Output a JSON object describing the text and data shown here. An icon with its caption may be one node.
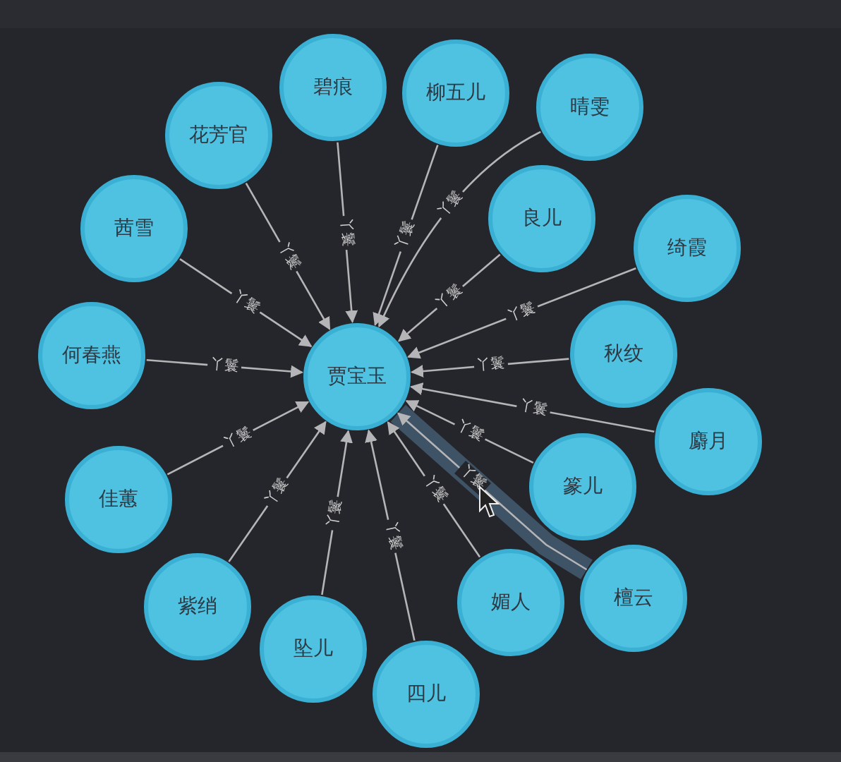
{
  "diagram": {
    "nodes": [
      {
        "text": [
          "贾宝玉"
        ]
      },
      {
        "text": [
          "碧痕"
        ]
      },
      {
        "text": [
          "柳五儿"
        ]
      },
      {
        "text": [
          "晴雯"
        ]
      },
      {
        "text": [
          "花芳官"
        ]
      },
      {
        "text": [
          "良儿"
        ]
      },
      {
        "text": [
          "茜雪"
        ]
      },
      {
        "text": [
          "绮霞"
        ]
      },
      {
        "text": [
          "何春燕"
        ]
      },
      {
        "text": [
          "秋纹"
        ]
      },
      {
        "text": [
          "麝月"
        ]
      },
      {
        "text": [
          "篆儿"
        ]
      },
      {
        "text": [
          "佳蕙"
        ]
      },
      {
        "text": [
          "檀云"
        ]
      },
      {
        "text": [
          "媚人"
        ]
      },
      {
        "text": [
          "紫绡"
        ]
      },
      {
        "text": [
          "坠儿"
        ]
      },
      {
        "text": [
          "四儿"
        ]
      }
    ],
    "edges": [
      {
        "from": 1,
        "to": 0,
        "arrow": "to",
        "label": "丫鬟"
      },
      {
        "from": 2,
        "to": 0,
        "arrow": "to",
        "label": "丫鬟"
      },
      {
        "from": 3,
        "to": 0,
        "arrow": "to",
        "label": "丫鬟"
      },
      {
        "from": 4,
        "to": 0,
        "arrow": "to",
        "label": "丫鬟"
      },
      {
        "from": 5,
        "to": 0,
        "arrow": "to",
        "label": "丫鬟"
      },
      {
        "from": 6,
        "to": 0,
        "arrow": "to",
        "label": "丫鬟"
      },
      {
        "from": 7,
        "to": 0,
        "arrow": "to",
        "label": "丫鬟"
      },
      {
        "from": 8,
        "to": 0,
        "arrow": "to",
        "label": "丫鬟"
      },
      {
        "from": 9,
        "to": 0,
        "arrow": "to",
        "label": "丫鬟"
      },
      {
        "from": 10,
        "to": 0,
        "arrow": "to",
        "label": "丫鬟"
      },
      {
        "from": 11,
        "to": 0,
        "arrow": "to",
        "label": "丫鬟"
      },
      {
        "from": 12,
        "to": 0,
        "arrow": "to",
        "label": "丫鬟"
      },
      {
        "from": 13,
        "to": 0,
        "arrow": "to",
        "label": "丫鬟"
      },
      {
        "from": 14,
        "to": 0,
        "arrow": "to",
        "label": "丫鬟"
      },
      {
        "from": 15,
        "to": 0,
        "arrow": "to",
        "label": "丫鬟"
      },
      {
        "from": 16,
        "to": 0,
        "arrow": "to",
        "label": "丫鬟"
      },
      {
        "from": 17,
        "to": 0,
        "arrow": "to",
        "label": "丫鬟"
      }
    ]
  }
}
